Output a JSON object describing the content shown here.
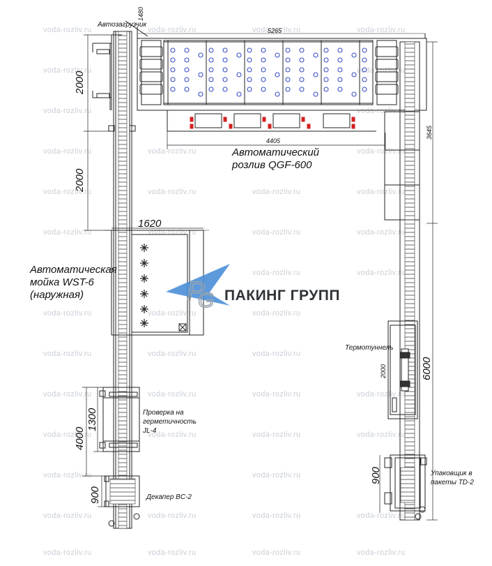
{
  "watermark": "voda-rozliv.ru",
  "brand": {
    "name": "ПАКИНГ ГРУПП",
    "monogram": "PG"
  },
  "labels": {
    "autoloader": "Автозагрузчик",
    "filler_line1": "Автоматический",
    "filler_line2": "розлив QGF-600",
    "washer_line1": "Автоматическая",
    "washer_line2": "мойка WST-6",
    "washer_line3": "(наружная)",
    "tester_line1": "Проверка на",
    "tester_line2": "герметичность",
    "tester_line3": "JL-4",
    "decapper": "Декапер BC-2",
    "tunnel": "Термотуннель",
    "packer_line1": "Упаковщик в",
    "packer_line2": "пакеты TD-2"
  },
  "dimensions": {
    "d1480": "1480",
    "d5265": "5265",
    "d4405": "4405",
    "d3645": "3645",
    "d2000_top": "2000",
    "d2000_mid": "2000",
    "d1620": "1620",
    "d1300": "1300",
    "d4000": "4000",
    "d900_left": "900",
    "d2000_tunnel": "2000",
    "d6000": "6000",
    "d900_right": "900"
  },
  "colors": {
    "line": "#222222",
    "accent_blue": "#3b4fc4",
    "accent_red": "#d42020",
    "brand_blue": "#4a8fd8",
    "brand_gray": "#9aa3ad",
    "watermark": "#c9ced6"
  }
}
